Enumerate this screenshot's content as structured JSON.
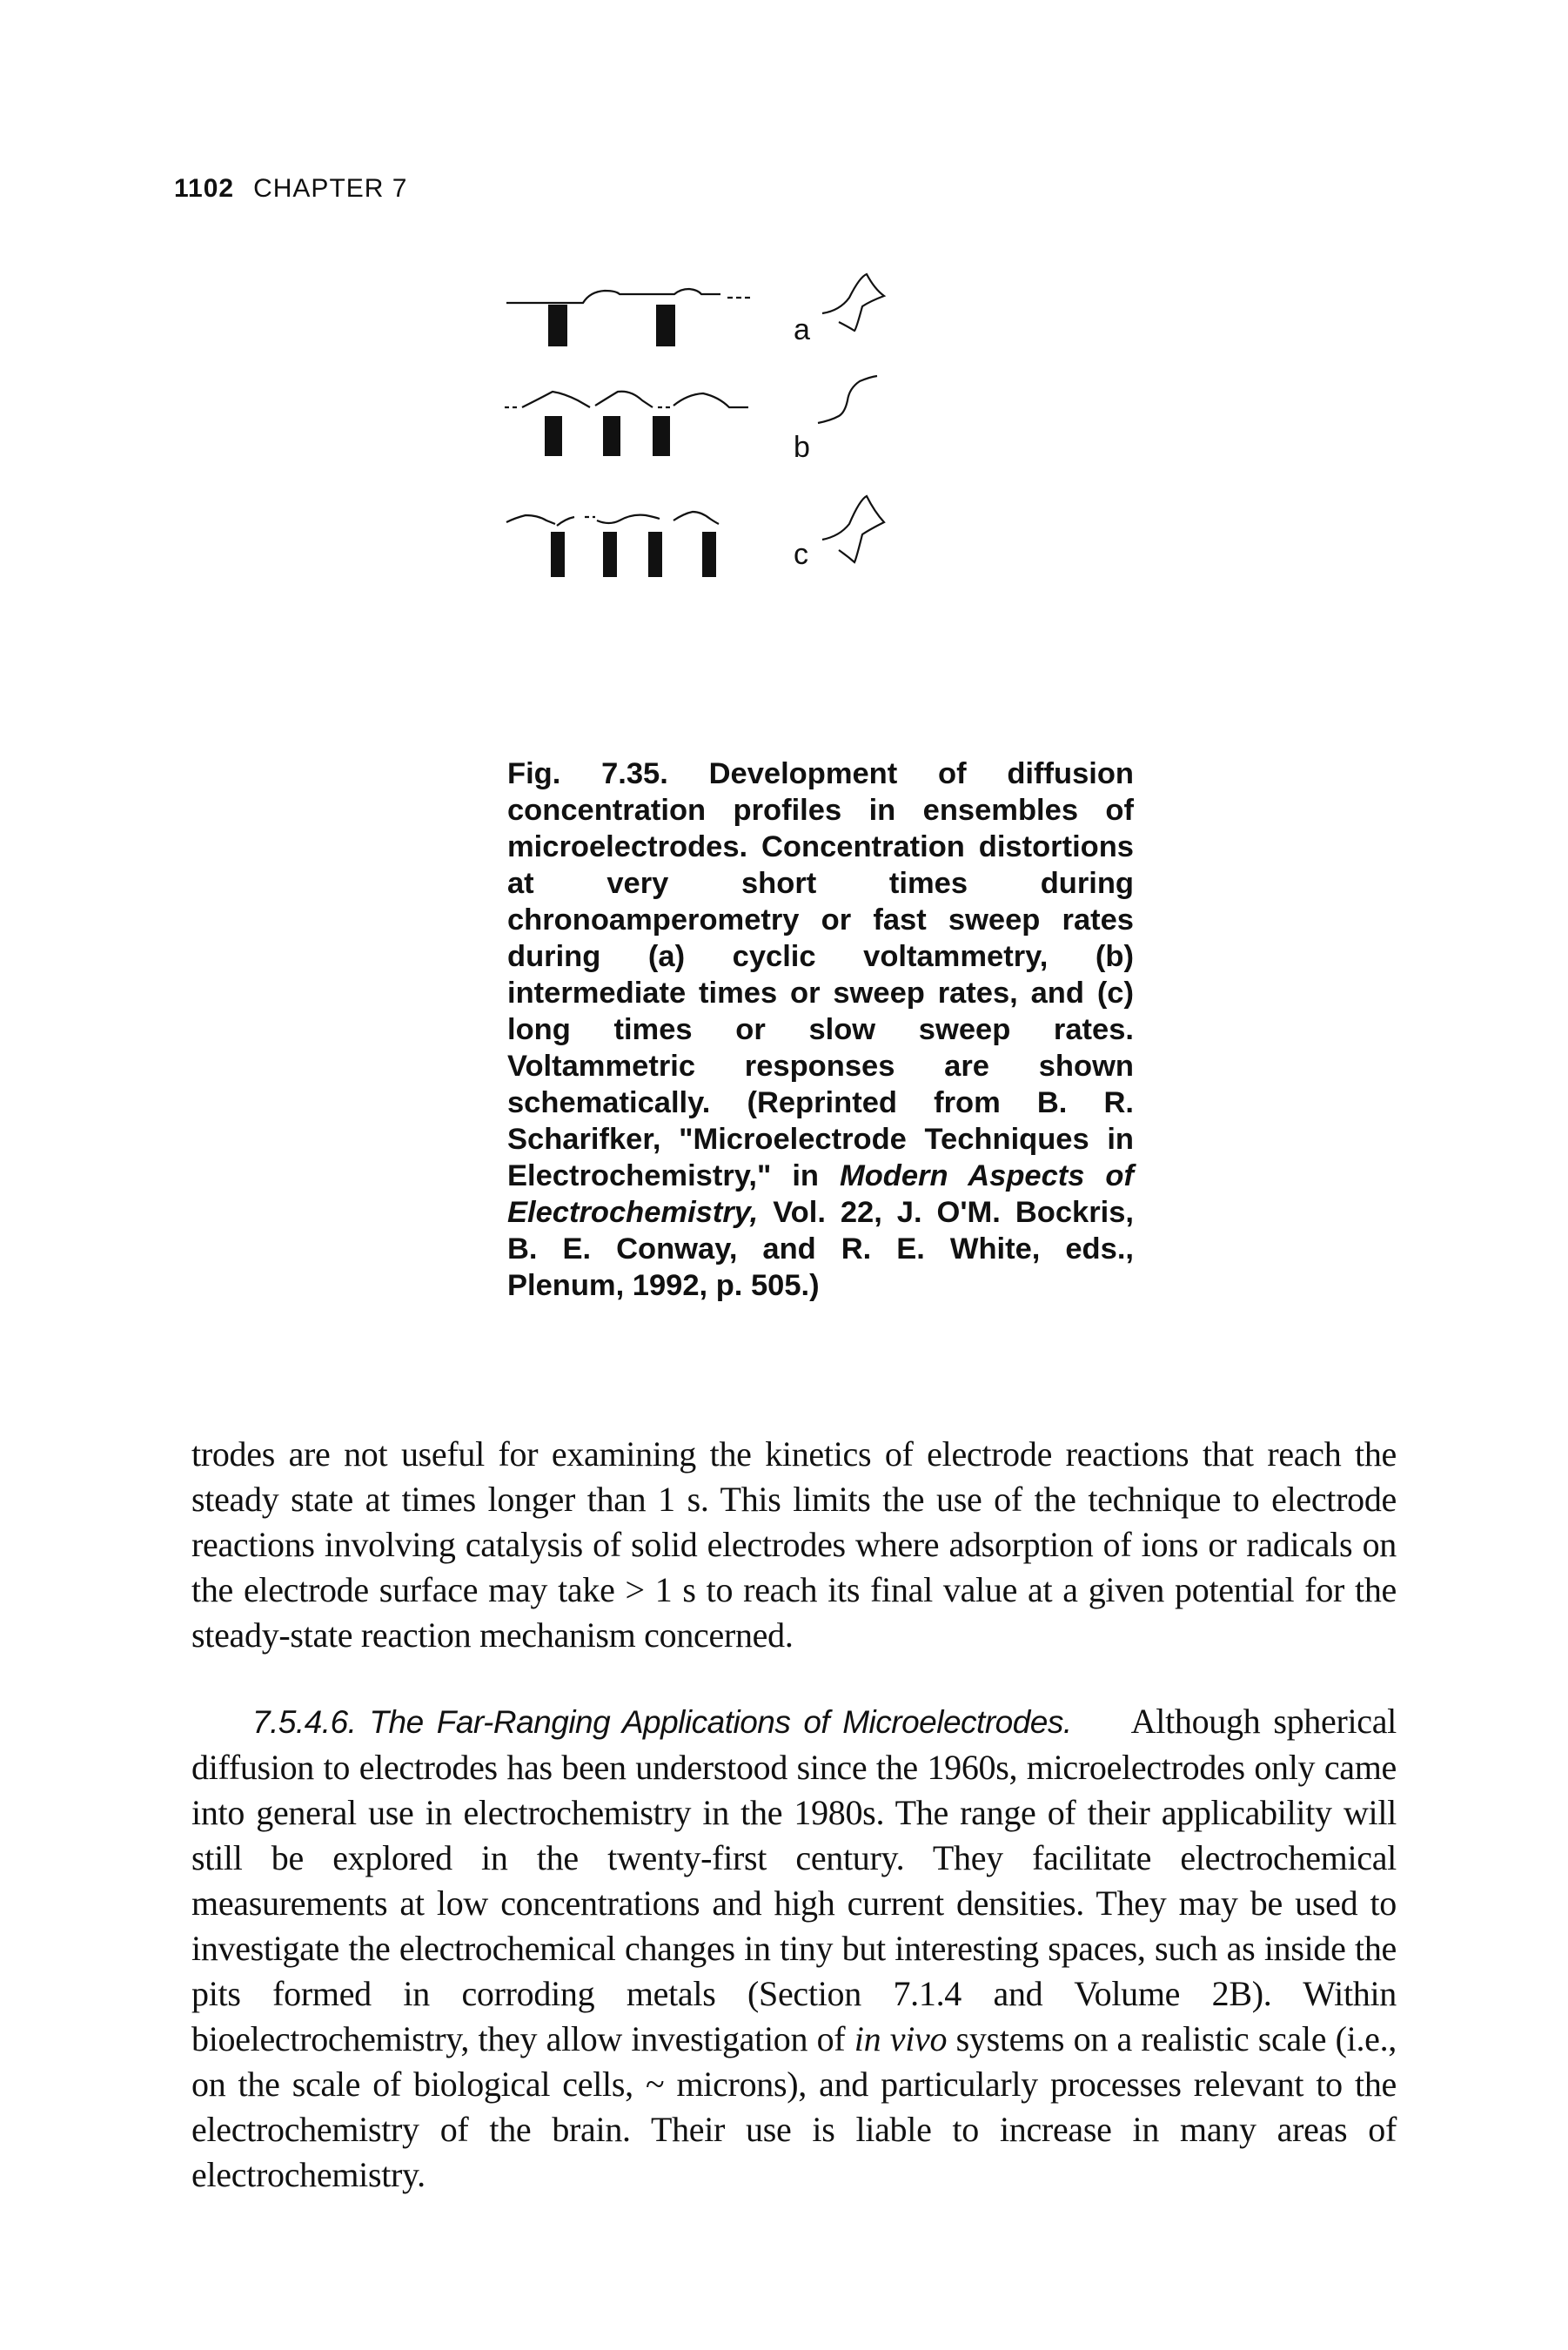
{
  "running_head": {
    "page_number": "1102",
    "chapter": "CHAPTER 7"
  },
  "figure": {
    "labels": {
      "a": "a",
      "b": "b",
      "c": "c"
    }
  },
  "caption": {
    "label": "Fig. 7.35.",
    "text_1": " Development of diffusion concentration profiles in ensembles of microelectrodes. Concentration distortions at very short times during chronoamperometry or fast sweep rates during (a) cyclic voltammetry, (b) intermediate times or sweep rates, and (c) long times or slow sweep rates. Voltammetric responses are shown schematically. (Reprinted from B. R. Scharifker, \"Microelectrode Techniques in Electrochemistry,\" in ",
    "book_title": "Modern Aspects of Electrochemistry,",
    "text_2": " Vol. 22, J. O'M. Bockris, B. E. Conway, and R. E. White, eds., Plenum, 1992, p. 505.)"
  },
  "paragraph_1": "trodes are not useful for examining the kinetics of electrode reactions that reach the steady state at times longer than 1 s. This limits the use of the technique to electrode reactions involving catalysis of solid electrodes where adsorption of ions or radicals on the electrode surface may take > 1 s to reach its final value at a given potential for the steady-state reaction mechanism concerned.",
  "section": {
    "heading": "7.5.4.6. The Far-Ranging Applications of Microelectrodes.",
    "text_1": "Although spherical diffusion to electrodes has been understood since the 1960s, microelectrodes only came into general use in electrochemistry in the 1980s. The range of their applicability will still be explored in the twenty-first century. They facilitate electrochemical measurements at low concentrations and high current densities. They may be used to investigate the electrochemical changes in tiny but interesting spaces, such as inside the pits formed in corroding metals (Section 7.1.4 and Volume 2B). Within bioelectrochemistry, they allow investigation of ",
    "in_vivo": "in vivo",
    "text_2": " systems on a realistic scale (i.e., on the scale of biological cells, ~ microns), and particularly processes relevant to the electrochemistry of the brain. Their use is liable to increase in many areas of electrochemistry."
  }
}
